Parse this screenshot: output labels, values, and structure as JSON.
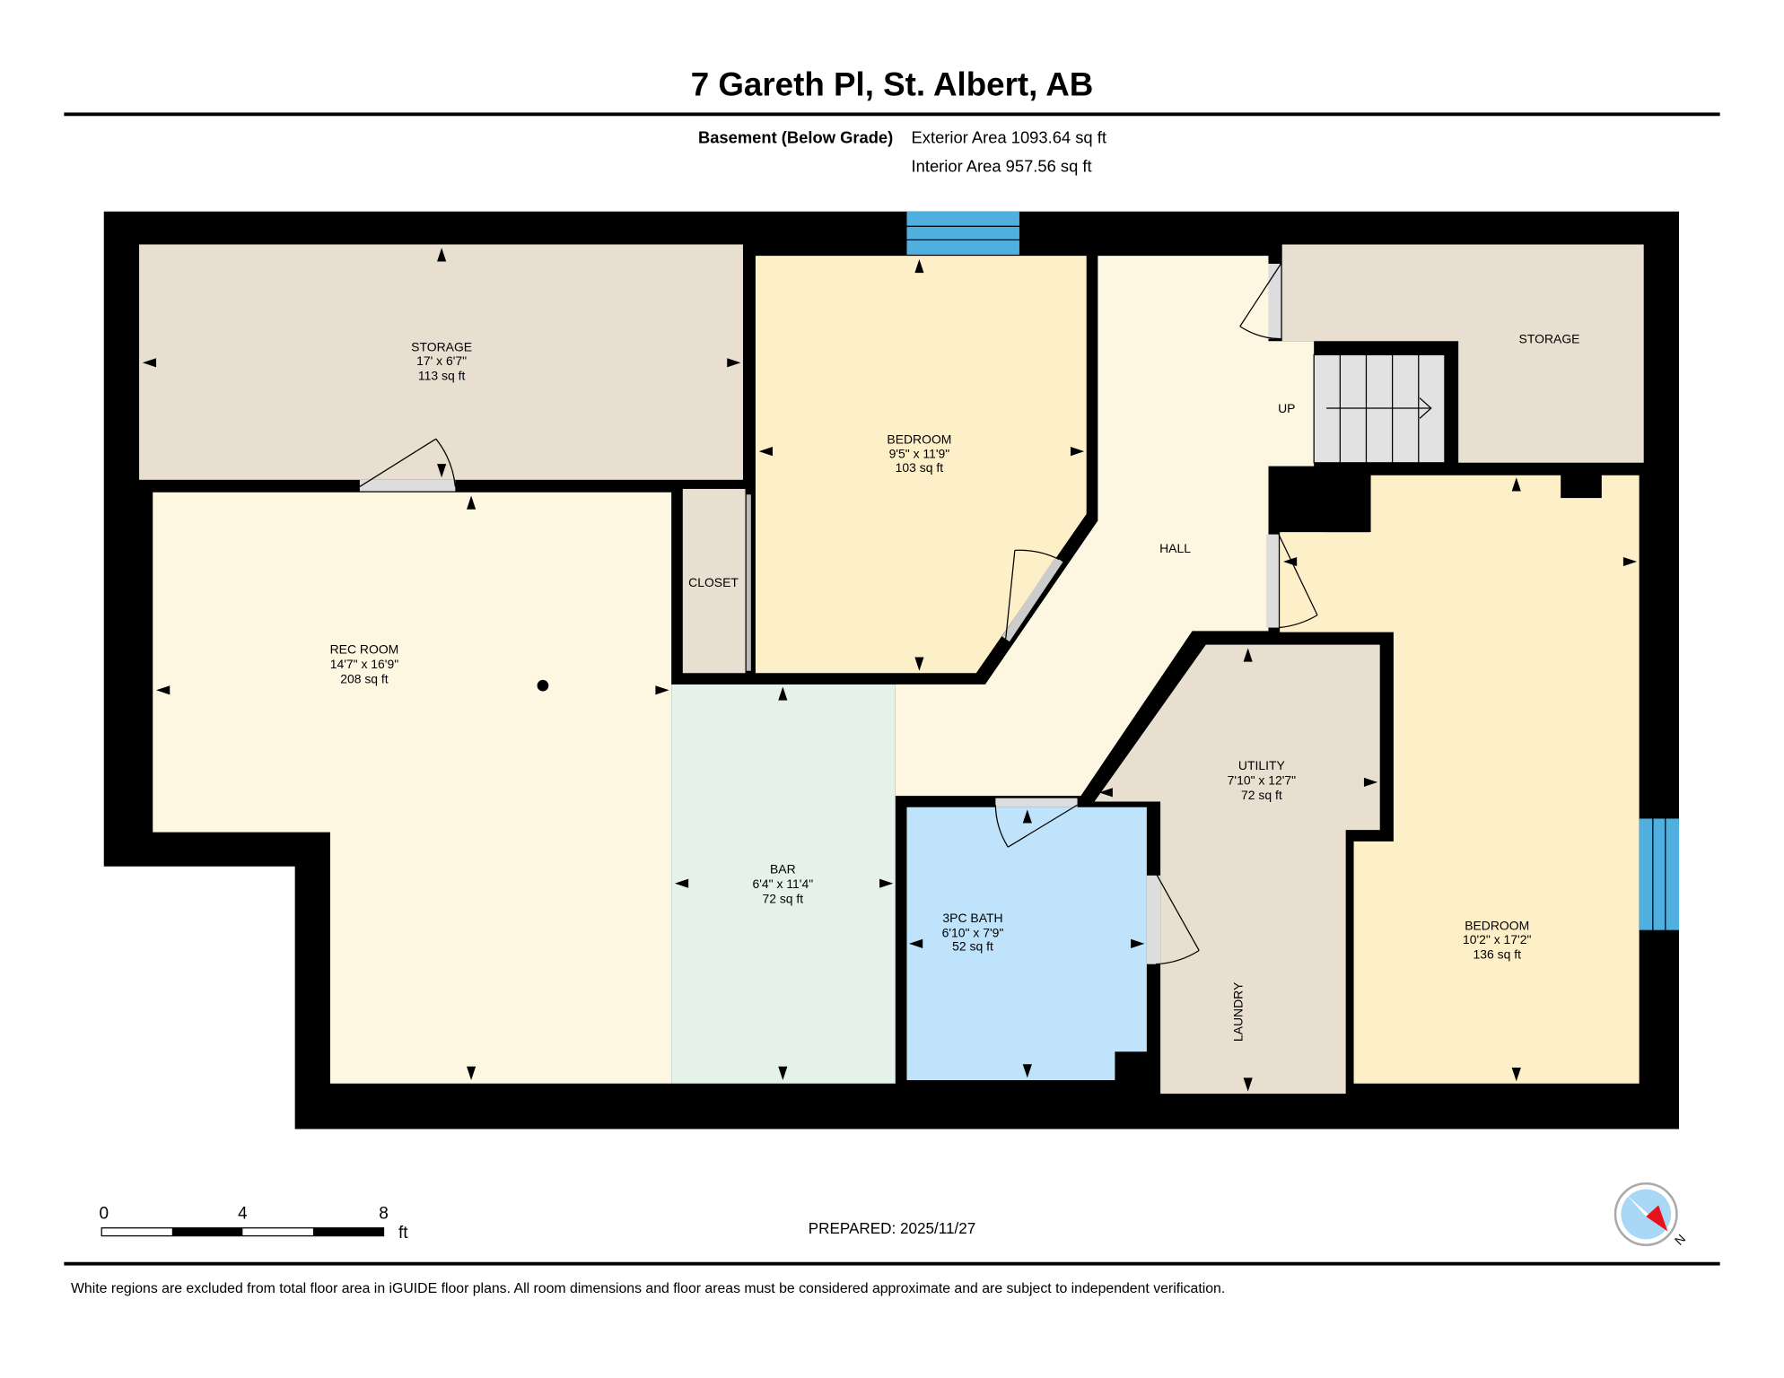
{
  "header": {
    "title": "7 Gareth Pl, St. Albert, AB",
    "level": "Basement (Below Grade)",
    "exterior_area": "Exterior Area 1093.64 sq ft",
    "interior_area": "Interior Area 957.56 sq ft"
  },
  "rooms": {
    "storage_left": {
      "name": "STORAGE",
      "dims": "17' x 6'7\"",
      "area": "113 sq ft"
    },
    "bedroom_top": {
      "name": "BEDROOM",
      "dims": "9'5\" x 11'9\"",
      "area": "103 sq ft"
    },
    "storage_right": {
      "name": "STORAGE"
    },
    "stairs": {
      "label": "UP"
    },
    "hall": {
      "name": "HALL"
    },
    "closet": {
      "name": "CLOSET"
    },
    "rec_room": {
      "name": "REC ROOM",
      "dims": "14'7\" x 16'9\"",
      "area": "208 sq ft"
    },
    "bar": {
      "name": "BAR",
      "dims": "6'4\" x 11'4\"",
      "area": "72 sq ft"
    },
    "bath": {
      "name": "3PC BATH",
      "dims": "6'10\" x 7'9\"",
      "area": "52 sq ft"
    },
    "utility": {
      "name": "UTILITY",
      "dims": "7'10\" x 12'7\"",
      "area": "72 sq ft"
    },
    "laundry": {
      "name": "LAUNDRY"
    },
    "bedroom_right": {
      "name": "BEDROOM",
      "dims": "10'2\" x 17'2\"",
      "area": "136 sq ft"
    }
  },
  "scale_bar": {
    "ticks": [
      "0",
      "4",
      "8"
    ],
    "unit": "ft"
  },
  "prepared": "PREPARED: 2025/11/27",
  "compass": {
    "label": "N"
  },
  "footer": {
    "disclaimer": "White regions are excluded from total floor area in iGUIDE floor plans. All room dimensions and floor areas must be considered approximate and are subject to independent verification."
  },
  "colors": {
    "wall": "#000000",
    "storage": "#e8dfd0",
    "living": "#fdf6e1",
    "bedroom": "#fdefc8",
    "bar": "#e5f2ea",
    "bath": "#bfe3fb",
    "window": "#4fb0e0",
    "compass_north": "#e8121b"
  }
}
